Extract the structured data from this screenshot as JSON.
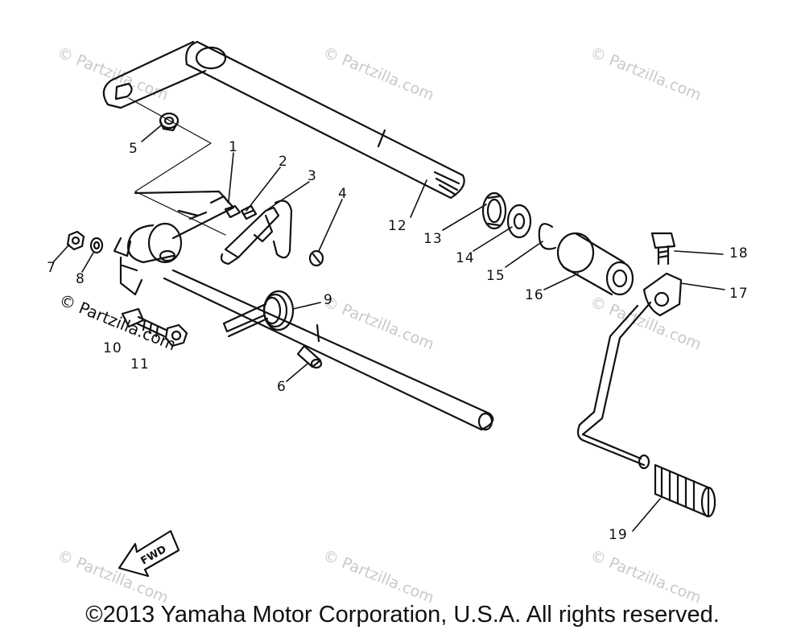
{
  "watermark": "© Partzilla.com",
  "watermark_dark": "© Partzilla.com",
  "fwd_label": "FWD",
  "copyright": "©2013 Yamaha Motor Corporation, U.S.A. All rights reserved.",
  "callouts": [
    "1",
    "2",
    "3",
    "4",
    "5",
    "6",
    "7",
    "8",
    "9",
    "10",
    "11",
    "12",
    "13",
    "14",
    "15",
    "16",
    "17",
    "18",
    "19"
  ]
}
